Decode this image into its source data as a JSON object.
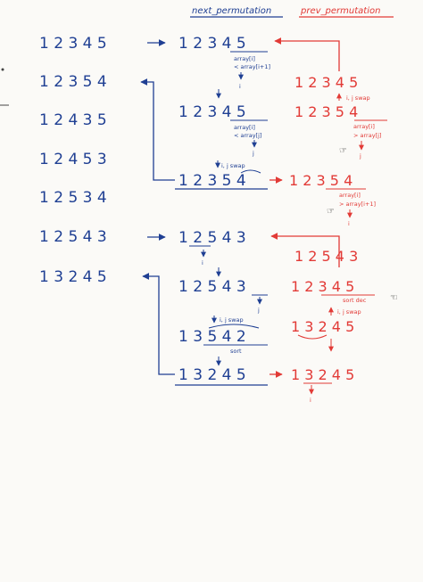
{
  "colors": {
    "blue": "#1f3f93",
    "red": "#e23a36",
    "paper": "#fbfaf7",
    "ink": "#2a2a2a"
  },
  "headers": {
    "next": "next_permutation",
    "prev": "prev_permutation"
  },
  "left_column": [
    "1 2 3 4 5",
    "1 2 3 5 4",
    "1 2 4 3 5",
    "1 2 4 5 3",
    "1 2 5 3 4",
    "1 2 5 4 3",
    "1 3 2 4 5"
  ],
  "next_section1": {
    "row1": "1 2 3 4 5",
    "note1": "array[i]",
    "note2": "< array[i+1]",
    "i_label": "i",
    "row2": "1 2 3 4 5",
    "note3": "array[i]",
    "note4": "< array[j]",
    "j_label": "j",
    "swap": "i, j swap",
    "row3": "1 2 3 5 4"
  },
  "next_section2": {
    "row1": "1 2 5 4 3",
    "i_label": "i",
    "row2": "1 2 5 4 3",
    "j_label": "j",
    "swap": "i, j swap",
    "row3": "1 3 5 4 2",
    "sort": "sort",
    "row4": "1 3 2 4 5"
  },
  "prev_section1": {
    "row1": "1 2 3 4 5",
    "swap": "i, j swap",
    "row2": "1 2 3 5 4",
    "note1": "array[i]",
    "note2": "> array[j]",
    "j_label": "j",
    "row3": "1 2 3 5 4",
    "note3": "array[i]",
    "note4": "> array[i+1]",
    "i_label": "i"
  },
  "prev_section2": {
    "row1": "1 2 5 4 3",
    "row2": "1 2 3 4 5",
    "sort": "sort dec",
    "swap": "i, j swap",
    "row3": "1 3 2 4 5",
    "row4": "1 3 2 4 5",
    "i_label": "i"
  }
}
